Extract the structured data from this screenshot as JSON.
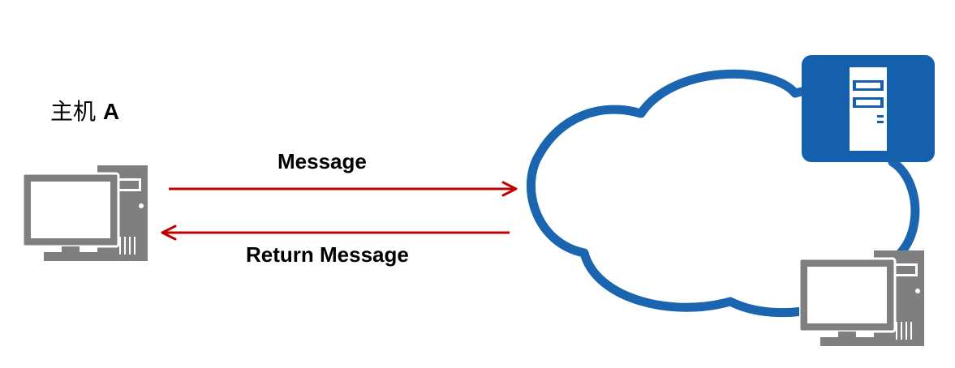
{
  "host": {
    "label_prefix": "主机 ",
    "label_name": "A"
  },
  "arrows": {
    "forward_label": "Message",
    "return_label": "Return Message"
  },
  "icons": {
    "host_a": "desktop-computer-icon",
    "server": "server-icon",
    "remote_host": "desktop-computer-icon",
    "network": "cloud-icon"
  },
  "colors": {
    "arrow": "#c00000",
    "cloud": "#1a64b0",
    "server_bg": "#1560ad",
    "computer": "#7f7f7f"
  }
}
